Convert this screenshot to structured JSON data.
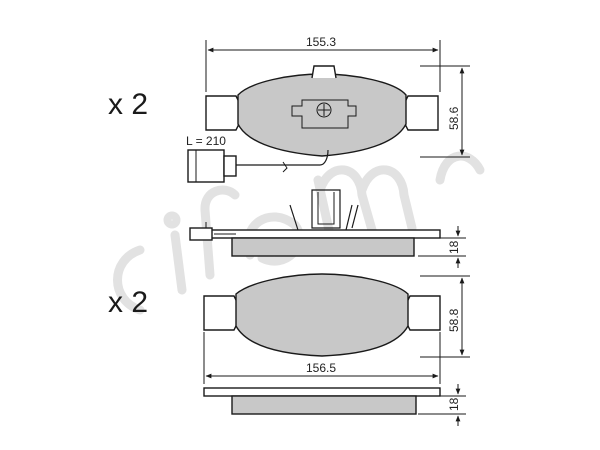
{
  "watermark": {
    "text": "cifam"
  },
  "top_pad": {
    "quantity_label": "x 2",
    "width_label": "155.3",
    "height_label": "58.6",
    "thickness_label": "18",
    "wire_length_label": "L = 210"
  },
  "bottom_pad": {
    "quantity_label": "x 2",
    "width_label": "156.5",
    "height_label": "58.8",
    "thickness_label": "18"
  },
  "colors": {
    "friction_material": "#c8c8c8",
    "outline": "#1a1a1a",
    "watermark": "#e2e2e2"
  }
}
